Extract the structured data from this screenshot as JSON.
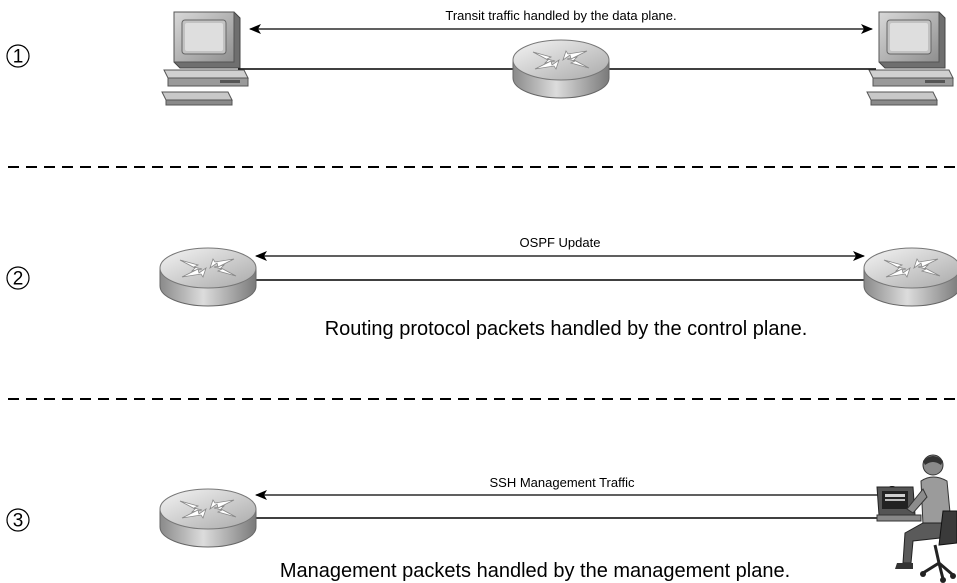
{
  "sections": [
    {
      "number": "1",
      "label": "Transit traffic handled by the data plane.",
      "caption": ""
    },
    {
      "number": "2",
      "label": "OSPF Update",
      "caption": "Routing protocol packets handled by the control plane."
    },
    {
      "number": "3",
      "label": "SSH Management Traffic",
      "caption": "Management packets handled by the management plane."
    }
  ],
  "icons": {
    "pc": "desktop-computer-icon",
    "router": "router-icon",
    "admin": "administrator-at-workstation-icon"
  }
}
